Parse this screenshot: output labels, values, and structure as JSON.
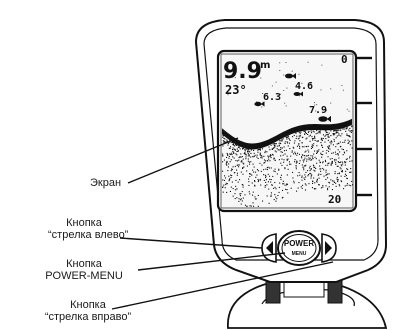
{
  "display": {
    "depth_value": "9.9",
    "depth_unit": "m",
    "temperature": "23°",
    "fish_depths": [
      "4.6",
      "6.3",
      "7.9"
    ],
    "scale_top": "0",
    "scale_bottom": "20"
  },
  "buttons": {
    "power_top": "POWER",
    "power_bottom": "MENU",
    "left_arrow_icon": "triangle-left-icon",
    "right_arrow_icon": "triangle-right-icon"
  },
  "callouts": {
    "screen": "Экран",
    "left_button_line1": "Кнопка",
    "left_button_line2": "“стрелка влево”",
    "power_button_line1": "Кнопка",
    "power_button_line2": "POWER-MENU",
    "right_button_line1": "Кнопка",
    "right_button_line2": "“стрелка вправо”"
  },
  "colors": {
    "ink": "#111111",
    "device_fill": "#ffffff",
    "screen_fill": "#f4f4f4"
  }
}
